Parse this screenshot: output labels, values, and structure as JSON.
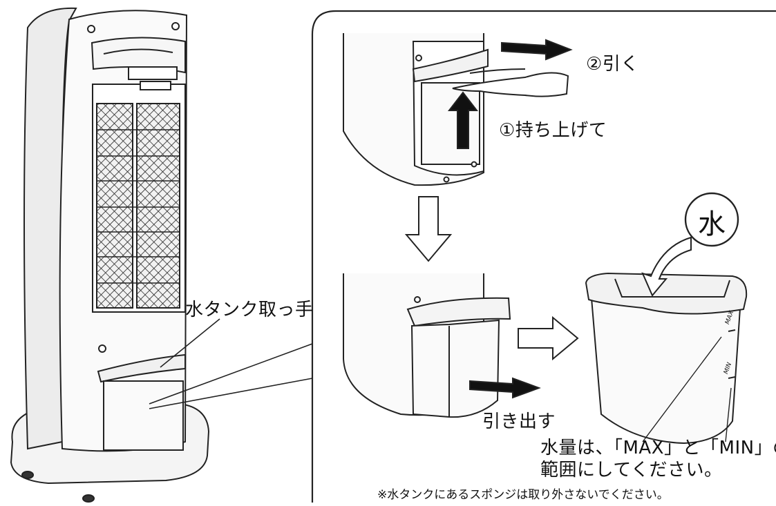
{
  "labels": {
    "pull": "②引く",
    "lift": "①持ち上げて",
    "handle": "水タンク取っ手",
    "draw_out": "引き出す",
    "level_line1": "水量は、「MAX」と「MIN」の",
    "level_line2": "範囲にしてください。",
    "note": "※水タンクにあるスポンジは取り外さないでください。"
  },
  "tank_marks": {
    "max": "MAX",
    "min": "MIN"
  },
  "water_badge": "水"
}
